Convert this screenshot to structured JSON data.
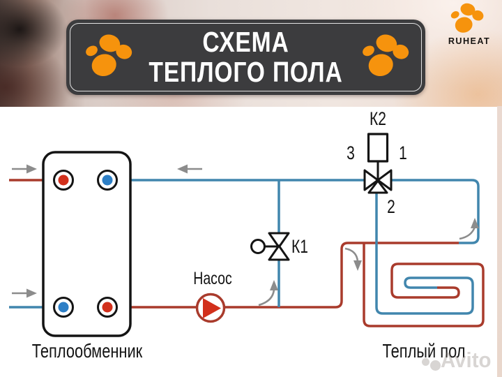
{
  "header": {
    "title_line1": "СХЕМА",
    "title_line2": "ТЕПЛОГО ПОЛА",
    "brand": "RUHEAT"
  },
  "diagram": {
    "labels": {
      "pump": "Насос",
      "heat_exchanger": "Теплообменник",
      "floor_circuit": "Теплый пол",
      "valve_k1": "К1",
      "valve_k2": "К2",
      "k2_port_1": "1",
      "k2_port_2": "2",
      "k2_port_3": "3"
    },
    "watermark": "Avito"
  },
  "colors": {
    "pipe_red": "#a93b2c",
    "accent_red": "#d2301c",
    "pipe_blue": "#4186ad",
    "port_blue": "#2d7fc6",
    "line_black": "#141414",
    "arrow_gray": "#8c8c8c",
    "orange": "#f6930d",
    "banner_bg": "#3c3c3e"
  }
}
